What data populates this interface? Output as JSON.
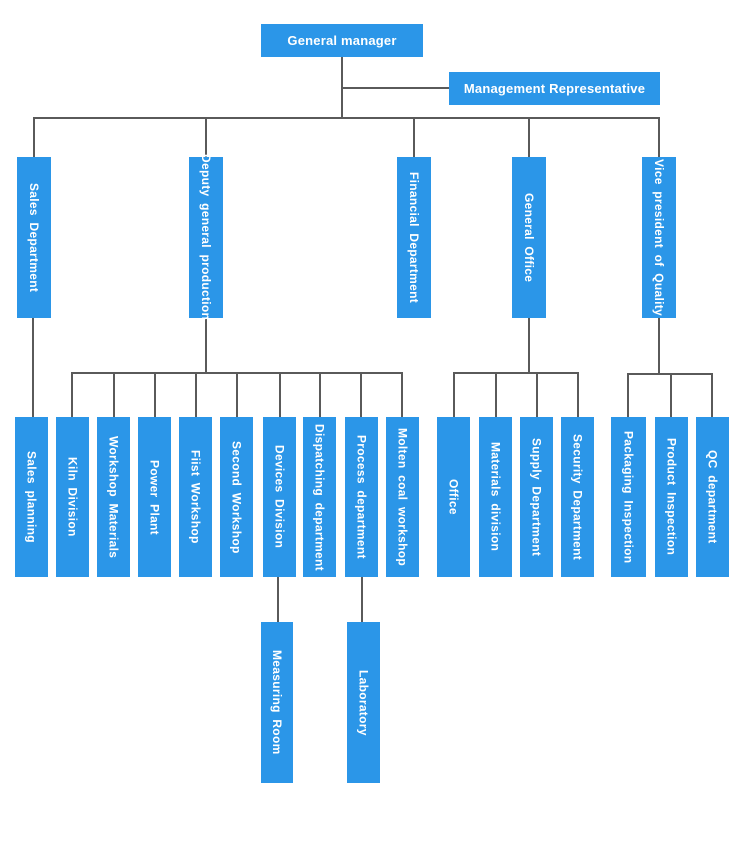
{
  "colors": {
    "node_blue": "#2b96e8",
    "connector_gray": "#5a5a5a",
    "label_white": "#ffffff",
    "background": "#ffffff"
  },
  "org": {
    "root": "General manager",
    "staff": "Management Representative",
    "level2": [
      "Sales Department",
      "Deputy general production",
      "Financial Department",
      "General Office",
      "Vice president of Quality"
    ],
    "level3": [
      "Sales planning",
      "Kiln Division",
      "Workshop Materials",
      "Power Plant",
      "Fiist Workshop",
      "Second Workshop",
      "Devices Division",
      "Dispatching department",
      "Process department",
      "Molten coal workshop",
      "Office",
      "Materials division",
      "Supply Department",
      "Security Department",
      "Packaging Inspection",
      "Product Inspection",
      "QC department"
    ],
    "level4": [
      "Measuring Room",
      "Laboratory"
    ],
    "hierarchy": {
      "General manager": [
        "Sales Department",
        "Deputy general production",
        "Financial Department",
        "General Office",
        "Vice president of Quality"
      ],
      "General manager (staff)": [
        "Management Representative"
      ],
      "Sales Department": [
        "Sales planning"
      ],
      "Deputy general production": [
        "Kiln Division",
        "Workshop Materials",
        "Power Plant",
        "Fiist Workshop",
        "Second Workshop",
        "Devices Division",
        "Dispatching department",
        "Process department",
        "Molten coal workshop"
      ],
      "General Office": [
        "Office",
        "Materials division",
        "Supply Department",
        "Security Department"
      ],
      "Vice president of Quality": [
        "Packaging Inspection",
        "Product Inspection",
        "QC department"
      ],
      "Devices Division": [
        "Measuring Room"
      ],
      "Process department": [
        "Laboratory"
      ]
    }
  }
}
